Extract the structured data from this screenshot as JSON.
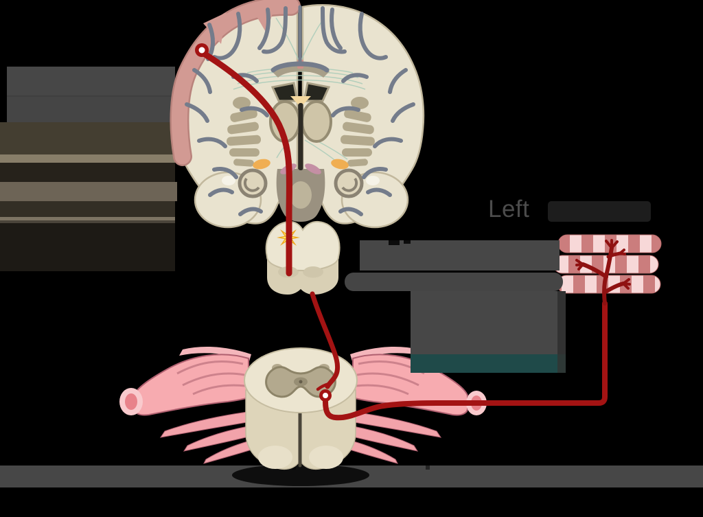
{
  "labels": {
    "muscle_region_visible_word": "Left"
  },
  "palette": {
    "background": "#000000",
    "cortex": "#e9e3cf",
    "cortex_outline": "#c2b89d",
    "sulci_gray": "#747c8b",
    "motor_cortex_pink": "#d29a93",
    "deep_nuclei_khaki": "#b2a88c",
    "thalamus": "#cfc5a8",
    "orange_nucleus": "#f0ae52",
    "violet_nucleus": "#c48fa4",
    "pathway_red": "#a31313",
    "pathway_red_dark": "#8f1111",
    "decussation_star_yellow": "#ffef69",
    "decussation_star_orange": "#f0a81e",
    "nerve_pink": "#f7abb0",
    "nerve_cut_end_light": "#f9cacd",
    "nerve_cut_end_dark": "#e8828a",
    "muscle_band_dark": "#cb7d7d",
    "muscle_band_light": "#f7d8d8",
    "label_block_gray": "#474747",
    "highlight_teal": "#1f4a49",
    "caption_band_gray": "#474747",
    "label_text_gray": "#4c4c4c"
  },
  "parts": {
    "brain": "coronal-brain-section",
    "brainstem": "medulla-section",
    "star": "decussation-burst",
    "cord": "spinal-cord-segment",
    "nerve": "spinal-nerves",
    "muscle": "skeletal-muscle-fibers",
    "pathway": "motor-pathway-axon"
  }
}
